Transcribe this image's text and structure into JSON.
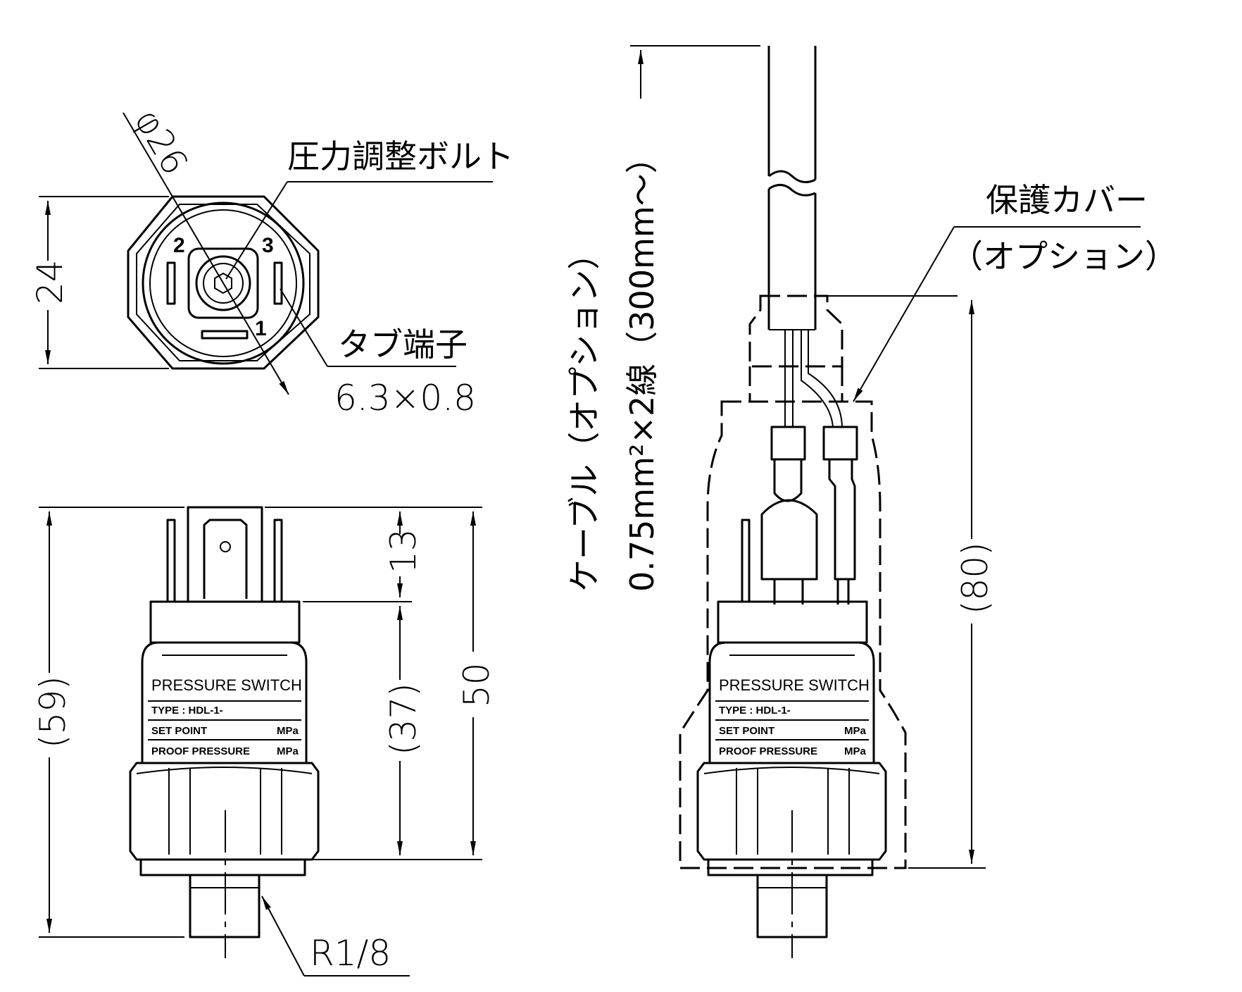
{
  "top_view": {
    "diameter_label": "φ26",
    "height_dim": "24",
    "bolt_label": "圧力調整ボルト",
    "tab_label": "タブ端子",
    "tab_size": "6.3×0.8",
    "pins": [
      "1",
      "2",
      "3"
    ]
  },
  "front_view": {
    "dim_overall": "(59)",
    "dim_body": "(37)",
    "dim_total": "50",
    "dim_terminal": "13",
    "thread_label": "R1/8",
    "plate": {
      "title": "PRESSURE SWITCH",
      "type_line": "TYPE : HDL-1-",
      "set_point": "SET POINT",
      "proof_pressure": "PROOF PRESSURE",
      "unit": "MPa"
    }
  },
  "side_view": {
    "cable_label": "ケーブル（オプション）",
    "cable_spec": "0.75mm²×2線（300mm～）",
    "cover_label": "保護カバー",
    "cover_option": "（オプション）",
    "dim_height": "(80)",
    "plate": {
      "title": "PRESSURE SWITCH",
      "type_line": "TYPE : HDL-1-",
      "set_point": "SET POINT",
      "proof_pressure": "PROOF PRESSURE",
      "unit": "MPa"
    }
  }
}
